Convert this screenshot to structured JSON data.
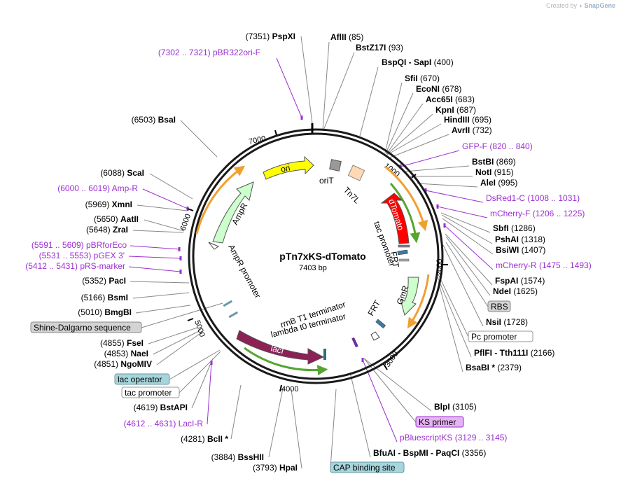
{
  "credit": {
    "prefix": "Created by",
    "brand": "SnapGene"
  },
  "plasmid": {
    "name": "pTn7xKS-dTomato",
    "length_label": "7403 bp",
    "length": 7403
  },
  "colors": {
    "primer": "#9b2fd1",
    "line": "#888888",
    "primer_line": "#9b2fd1",
    "ori": "#ffff00",
    "ampR": "#ccffcc",
    "dTomato": "#ff0000",
    "gmR": "#ccffcc",
    "lacI": "#8b2155",
    "oriT": "#999999",
    "tn7l": "#ffd9b3",
    "orange_arc": "#f0a030",
    "green_arc": "#55a630"
  },
  "ticks": [
    {
      "label": "1000"
    },
    {
      "label": "2000"
    },
    {
      "label": "3000"
    },
    {
      "label": "4000"
    },
    {
      "label": "5000"
    },
    {
      "label": "6000"
    },
    {
      "label": "7000"
    }
  ],
  "features": {
    "ori": "ori",
    "oriT": "oriT",
    "tn7l": "Tn7L",
    "ampR": "AmpR",
    "ampR_promoter": "AmpR promoter",
    "dTomato": "dTomato",
    "tac_promoter": "tac promoter",
    "frt1": "FRT",
    "frt2": "FRT",
    "gmR": "GmR",
    "rrnB": "rrnB T1 terminator",
    "lambda": "lambda t0 terminator",
    "lacI": "lacI"
  },
  "labels": [
    {
      "name": "PspXI",
      "pos": "(7351)",
      "type": "site",
      "side": "left"
    },
    {
      "name": "pBR322ori-F",
      "pos": "(7302 .. 7321)",
      "type": "primer",
      "side": "left"
    },
    {
      "name": "BsaI",
      "pos": "(6503)",
      "type": "site",
      "side": "left"
    },
    {
      "name": "ScaI",
      "pos": "(6088)",
      "type": "site",
      "side": "left"
    },
    {
      "name": "Amp-R",
      "pos": "(6000 .. 6019)",
      "type": "primer",
      "side": "left"
    },
    {
      "name": "XmnI",
      "pos": "(5969)",
      "type": "site",
      "side": "left"
    },
    {
      "name": "AatII",
      "pos": "(5650)",
      "type": "site",
      "side": "left"
    },
    {
      "name": "ZraI",
      "pos": "(5648)",
      "type": "site",
      "side": "left"
    },
    {
      "name": "pBRforEco",
      "pos": "(5591 .. 5609)",
      "type": "primer",
      "side": "left"
    },
    {
      "name": "pGEX 3'",
      "pos": "(5531 .. 5553)",
      "type": "primer",
      "side": "left"
    },
    {
      "name": "pRS-marker",
      "pos": "(5412 .. 5431)",
      "type": "primer",
      "side": "left"
    },
    {
      "name": "PacI",
      "pos": "(5352)",
      "type": "site",
      "side": "left"
    },
    {
      "name": "BsmI",
      "pos": "(5166)",
      "type": "site",
      "side": "left"
    },
    {
      "name": "BmgBI",
      "pos": "(5010)",
      "type": "site",
      "side": "left"
    },
    {
      "name": "FseI",
      "pos": "(4855)",
      "type": "site",
      "side": "left"
    },
    {
      "name": "NaeI",
      "pos": "(4853)",
      "type": "site",
      "side": "left"
    },
    {
      "name": "NgoMIV",
      "pos": "(4851)",
      "type": "site",
      "side": "left"
    },
    {
      "name": "BstAPI",
      "pos": "(4619)",
      "type": "site",
      "side": "left"
    },
    {
      "name": "LacI-R",
      "pos": "(4612 .. 4631)",
      "type": "primer",
      "side": "left"
    },
    {
      "name": "BclI *",
      "pos": "(4281)",
      "type": "site",
      "side": "left"
    },
    {
      "name": "BssHII",
      "pos": "(3884)",
      "type": "site",
      "side": "left"
    },
    {
      "name": "HpaI",
      "pos": "(3793)",
      "type": "site",
      "side": "left"
    },
    {
      "name": "AflII",
      "pos": "(85)",
      "type": "site",
      "side": "right"
    },
    {
      "name": "BstZ17I",
      "pos": "(93)",
      "type": "site",
      "side": "right"
    },
    {
      "name": "BspQI - SapI",
      "pos": "(400)",
      "type": "site",
      "side": "right"
    },
    {
      "name": "SfiI",
      "pos": "(670)",
      "type": "site",
      "side": "right"
    },
    {
      "name": "EcoNI",
      "pos": "(678)",
      "type": "site",
      "side": "right"
    },
    {
      "name": "Acc65I",
      "pos": "(683)",
      "type": "site",
      "side": "right"
    },
    {
      "name": "KpnI",
      "pos": "(687)",
      "type": "site",
      "side": "right"
    },
    {
      "name": "HindIII",
      "pos": "(695)",
      "type": "site",
      "side": "right"
    },
    {
      "name": "AvrII",
      "pos": "(732)",
      "type": "site",
      "side": "right"
    },
    {
      "name": "GFP-F",
      "pos": "(820 .. 840)",
      "type": "primer",
      "side": "right"
    },
    {
      "name": "BstBI",
      "pos": "(869)",
      "type": "site",
      "side": "right"
    },
    {
      "name": "NotI",
      "pos": "(915)",
      "type": "site",
      "side": "right"
    },
    {
      "name": "AleI",
      "pos": "(995)",
      "type": "site",
      "side": "right"
    },
    {
      "name": "DsRed1-C",
      "pos": "(1008 .. 1031)",
      "type": "primer",
      "side": "right"
    },
    {
      "name": "mCherry-F",
      "pos": "(1206 .. 1225)",
      "type": "primer",
      "side": "right"
    },
    {
      "name": "SbfI",
      "pos": "(1286)",
      "type": "site",
      "side": "right"
    },
    {
      "name": "PshAI",
      "pos": "(1318)",
      "type": "site",
      "side": "right"
    },
    {
      "name": "BsiWI",
      "pos": "(1407)",
      "type": "site",
      "side": "right"
    },
    {
      "name": "mCherry-R",
      "pos": "(1475 .. 1493)",
      "type": "primer",
      "side": "right"
    },
    {
      "name": "FspAI",
      "pos": "(1574)",
      "type": "site",
      "side": "right"
    },
    {
      "name": "NdeI",
      "pos": "(1625)",
      "type": "site",
      "side": "right"
    },
    {
      "name": "NsiI",
      "pos": "(1728)",
      "type": "site",
      "side": "right"
    },
    {
      "name": "PflFI - Tth111I",
      "pos": "(2166)",
      "type": "site",
      "side": "right"
    },
    {
      "name": "BsaBI *",
      "pos": "(2379)",
      "type": "site",
      "side": "right"
    },
    {
      "name": "BlpI",
      "pos": "(3105)",
      "type": "site",
      "side": "right"
    },
    {
      "name": "pBluescriptKS",
      "pos": "(3129 .. 3145)",
      "type": "primer",
      "side": "right"
    },
    {
      "name": "BfuAI - BspMI - PaqCI",
      "pos": "(3356)",
      "type": "site",
      "side": "right"
    }
  ],
  "boxed_labels": [
    {
      "text": "Shine-Dalgarno sequence",
      "fill": "#d3d3d3",
      "stroke": "#888888",
      "color": "#000000"
    },
    {
      "text": "lac operator",
      "fill": "#a7d5dc",
      "stroke": "#6a9ba3",
      "color": "#000000"
    },
    {
      "text": "tac promoter",
      "fill": "#ffffff",
      "stroke": "#999999",
      "color": "#000000"
    },
    {
      "text": "CAP binding site",
      "fill": "#a7d5dc",
      "stroke": "#6a9ba3",
      "color": "#000000"
    },
    {
      "text": "RBS",
      "fill": "#d3d3d3",
      "stroke": "#888888",
      "color": "#000000"
    },
    {
      "text": "Pc promoter",
      "fill": "#ffffff",
      "stroke": "#999999",
      "color": "#000000"
    },
    {
      "text": "KS primer",
      "fill": "#e6b3f2",
      "stroke": "#9b2fd1",
      "color": "#000000"
    }
  ]
}
